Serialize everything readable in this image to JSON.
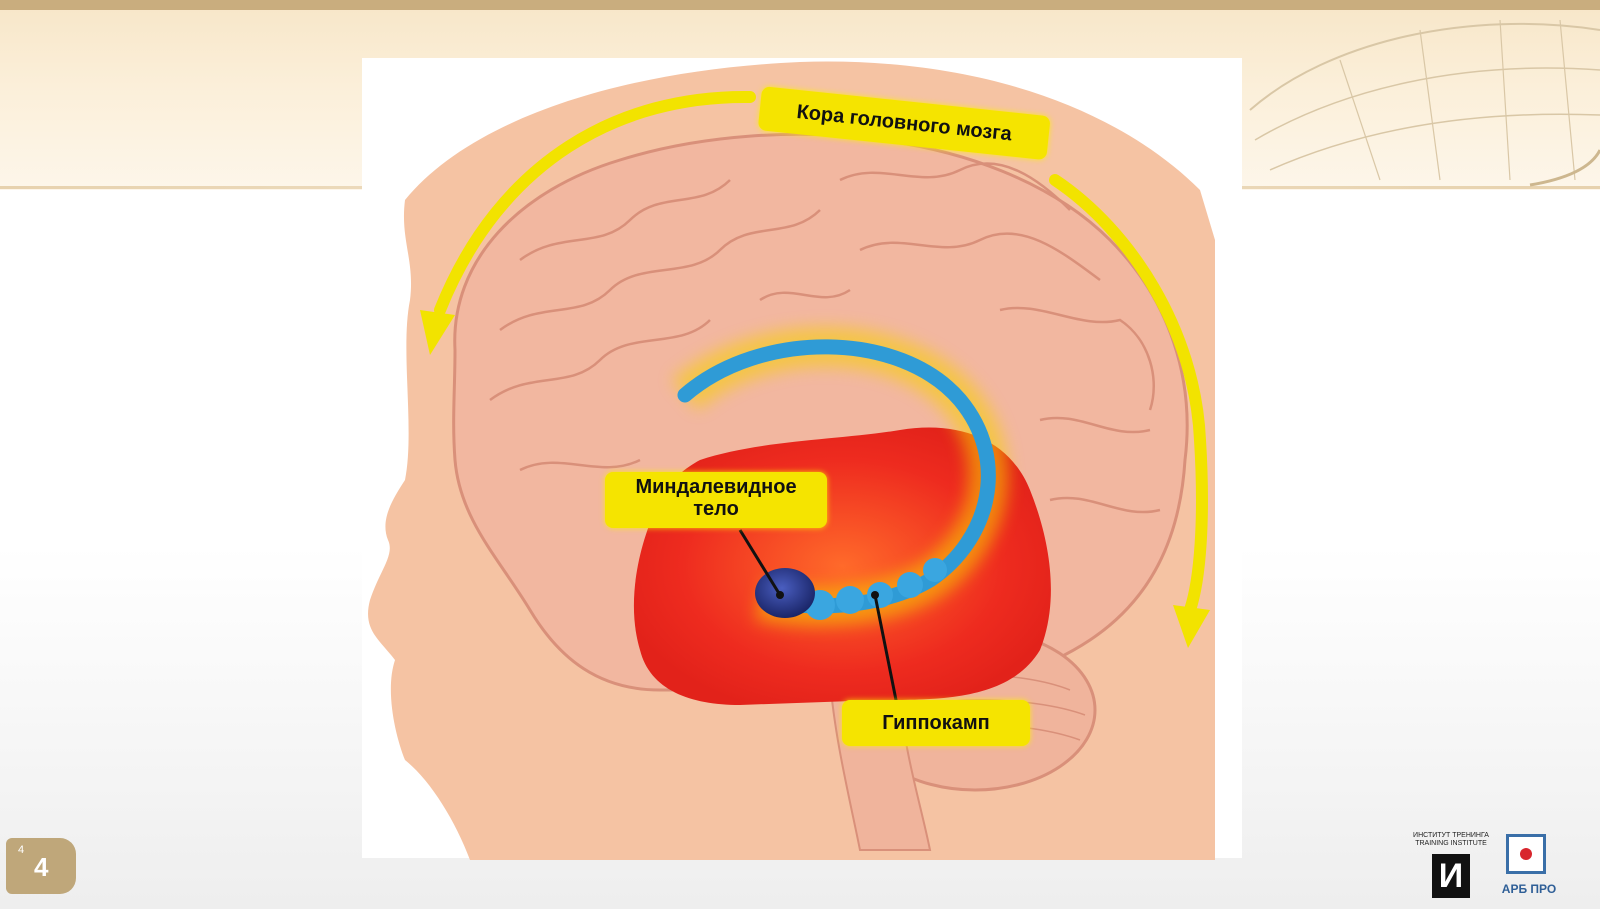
{
  "labels": {
    "cortex": "Кора головного мозга",
    "amygdala_line1": "Миндалевидное",
    "amygdala_line2": "тело",
    "hippocampus": "Гиппокамп"
  },
  "footer": {
    "page_number": "4",
    "page_superscript": "4"
  },
  "logos": {
    "institute_top": "ИНСТИТУТ ТРЕНИНГА",
    "institute_bottom": "TRAINING INSTITUTE",
    "institute_mark": "И",
    "arb": "АРБ ПРО"
  },
  "colors": {
    "skin": "#f5c3a3",
    "brain": "#f2b7a0",
    "limbic_red": "#ee2b1f",
    "arrow_yellow": "#f2e300",
    "hippocampus_blue": "#2f9bd6",
    "amygdala_navy": "#1e2e7a"
  }
}
